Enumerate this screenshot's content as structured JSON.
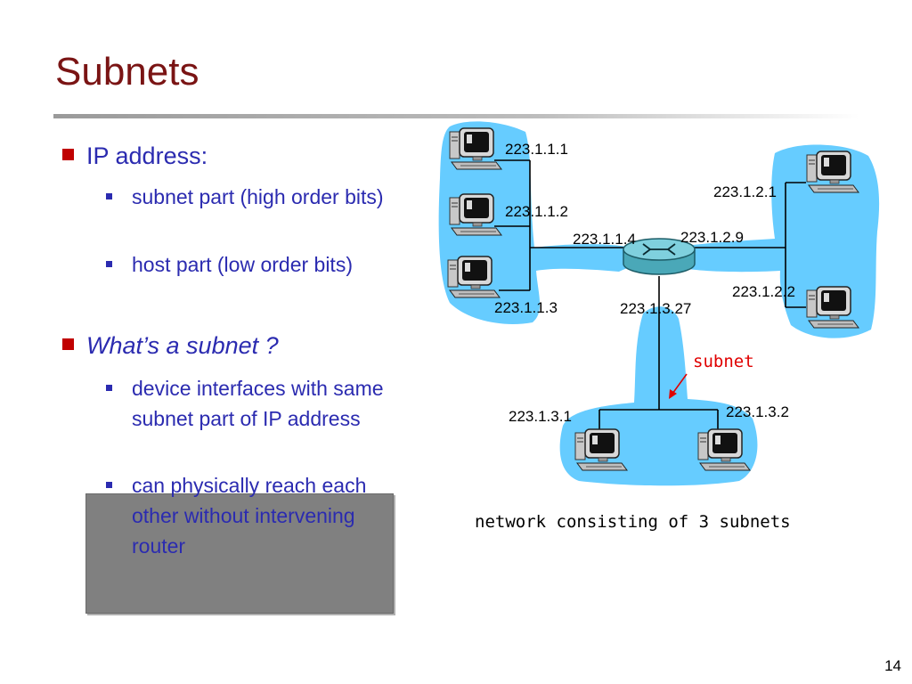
{
  "slide": {
    "title": "Subnets",
    "page_number": "14"
  },
  "bullets": [
    {
      "text": "IP address:",
      "sub": [
        "subnet part (high order bits)",
        "host part (low order bits)"
      ]
    },
    {
      "text": "What’s a subnet ?",
      "sub": [
        "device interfaces with same subnet part of IP address",
        "can physically reach each other without intervening router"
      ]
    }
  ],
  "diagram": {
    "addresses": {
      "h111": "223.1.1.1",
      "h112": "223.1.1.2",
      "h113": "223.1.1.3",
      "r114": "223.1.1.4",
      "r129": "223.1.2.9",
      "r1327": "223.1.3.27",
      "h121": "223.1.2.1",
      "h122": "223.1.2.2",
      "h131": "223.1.3.1",
      "h132": "223.1.3.2"
    },
    "subnet_label": "subnet",
    "caption": "network consisting of 3 subnets",
    "colors": {
      "subnet_fill": "#66ccff",
      "subnet_label": "#e00000"
    }
  }
}
